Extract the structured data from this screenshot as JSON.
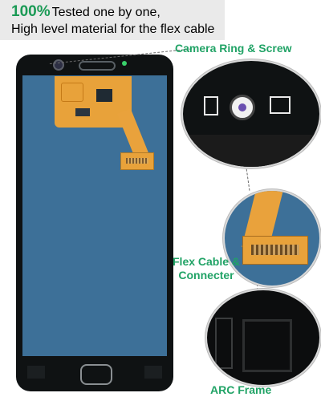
{
  "banner": {
    "highlight": "100%",
    "line1_rest": "Tested one by one,",
    "line2": "High level material for the flex cable"
  },
  "labels": {
    "camera": "Camera Ring & Screw",
    "flex_line1": "Flex Cable &",
    "flex_line2": "Connecter",
    "arc": "ARC Frame"
  },
  "colors": {
    "accent": "#21a366",
    "screen": "#3d7098",
    "flex": "#e8a23a",
    "frame": "#0f1213"
  },
  "icons": {
    "camera": "camera-lens-icon",
    "sensor": "sensor-dot-icon",
    "home": "home-button-icon"
  }
}
